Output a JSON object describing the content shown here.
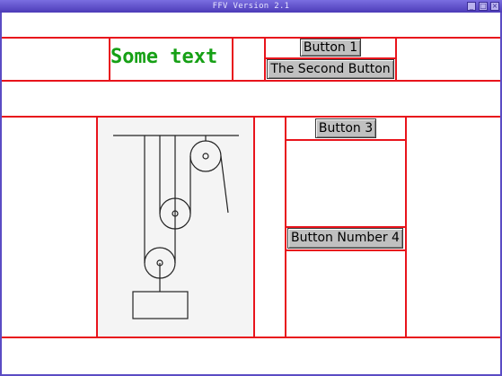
{
  "window": {
    "title": "FFV Version 2.1"
  },
  "row1": {
    "text": "Some text"
  },
  "buttons": {
    "b1": "Button 1",
    "b2": "The Second Button",
    "b3": "Button 3",
    "b4": "Button Number 4"
  },
  "diagram": {
    "description_icon": "pulley-system-icon"
  },
  "colors": {
    "title_bar": "#5b4cc4",
    "grid_lines": "#e8141c",
    "text_green": "#16a015",
    "button_face": "#c0c0c0"
  }
}
